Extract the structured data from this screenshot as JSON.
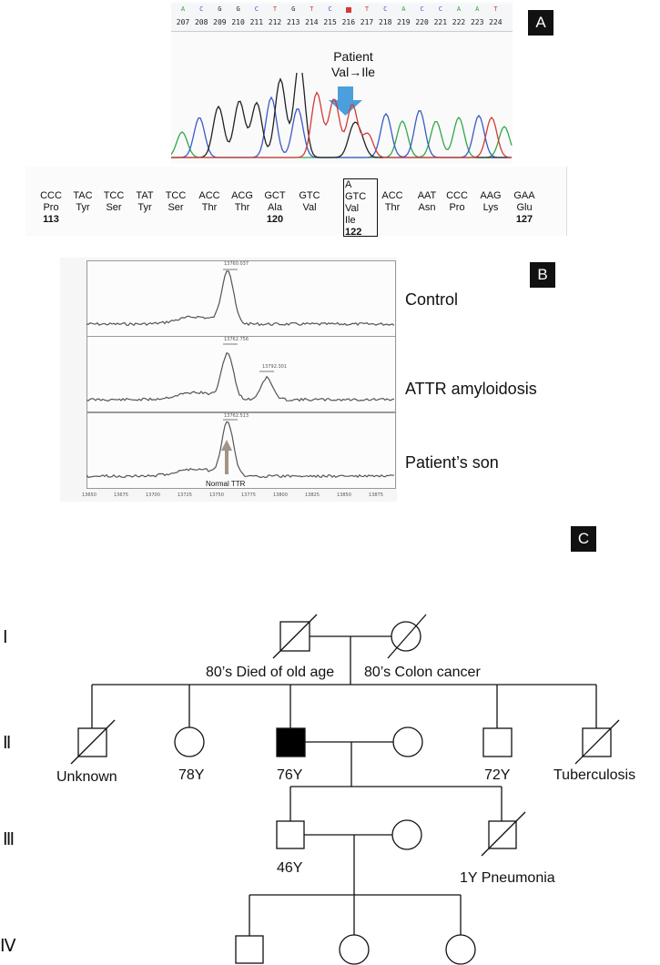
{
  "panel_a": {
    "label": "A",
    "bases": [
      {
        "b": "A",
        "c": "#3a9a3a",
        "n": "207"
      },
      {
        "b": "C",
        "c": "#3a5ac8",
        "n": "208"
      },
      {
        "b": "G",
        "c": "#222222",
        "n": "209"
      },
      {
        "b": "G",
        "c": "#222222",
        "n": "210"
      },
      {
        "b": "C",
        "c": "#3a5ac8",
        "n": "211"
      },
      {
        "b": "T",
        "c": "#d23a3a",
        "n": "212"
      },
      {
        "b": "G",
        "c": "#222222",
        "n": "213"
      },
      {
        "b": "T",
        "c": "#d23a3a",
        "n": "214"
      },
      {
        "b": "C",
        "c": "#3a5ac8",
        "n": "215"
      },
      {
        "b": "R",
        "c": "#d23a3a",
        "n": "216"
      },
      {
        "b": "T",
        "c": "#d23a3a",
        "n": "217"
      },
      {
        "b": "C",
        "c": "#3a5ac8",
        "n": "218"
      },
      {
        "b": "A",
        "c": "#3a9a3a",
        "n": "219"
      },
      {
        "b": "C",
        "c": "#3a5ac8",
        "n": "220"
      },
      {
        "b": "C",
        "c": "#3a5ac8",
        "n": "221"
      },
      {
        "b": "A",
        "c": "#3a9a3a",
        "n": "222"
      },
      {
        "b": "A",
        "c": "#3a9a3a",
        "n": "223"
      },
      {
        "b": "T",
        "c": "#d23a3a",
        "n": "224"
      }
    ],
    "annotation_line1": "Patient",
    "annotation_line2": "Val→Ile",
    "arrow_color": "#4a9fdc",
    "codons": [
      {
        "trip": "CCC",
        "aa": "Pro",
        "num": "113"
      },
      {
        "trip": "TAC",
        "aa": "Tyr",
        "num": ""
      },
      {
        "trip": "TCC",
        "aa": "Ser",
        "num": ""
      },
      {
        "trip": "TAT",
        "aa": "Tyr",
        "num": ""
      },
      {
        "trip": "TCC",
        "aa": "Ser",
        "num": ""
      },
      {
        "trip": "ACC",
        "aa": "Thr",
        "num": ""
      },
      {
        "trip": "ACG",
        "aa": "Thr",
        "num": ""
      },
      {
        "trip": "GCT",
        "aa": "Ala",
        "num": "120"
      },
      {
        "trip": "GTC",
        "aa": "Val",
        "num": ""
      },
      {
        "trip": "GTC",
        "aa": "Val",
        "num": "122",
        "mut_top": "A",
        "mut_aa": "Ile"
      },
      {
        "trip": "ACC",
        "aa": "Thr",
        "num": ""
      },
      {
        "trip": "AAT",
        "aa": "Asn",
        "num": ""
      },
      {
        "trip": "CCC",
        "aa": "Pro",
        "num": ""
      },
      {
        "trip": "AAG",
        "aa": "Lys",
        "num": ""
      },
      {
        "trip": "GAA",
        "aa": "Glu",
        "num": "127"
      }
    ]
  },
  "panel_b": {
    "label": "B",
    "traces": [
      {
        "name": "Control",
        "peak_label": "13760.037"
      },
      {
        "name": "ATTR amyloidosis",
        "peak_label": "13762.756",
        "peak2_label": "13792.301"
      },
      {
        "name": "Patient’s son",
        "peak_label": "13762.513",
        "arrow_label": "Normal TTR"
      }
    ],
    "x_ticks": [
      "13650",
      "13675",
      "13700",
      "13725",
      "13750",
      "13775",
      "13800",
      "13825",
      "13850",
      "13875"
    ]
  },
  "panel_c": {
    "label": "C",
    "generations": [
      "Ⅰ",
      "Ⅱ",
      "Ⅲ",
      "Ⅳ"
    ],
    "gen1": {
      "father_label": "80’s Died of old age",
      "mother_label": "80’s Colon cancer"
    },
    "gen2": [
      "Unknown",
      "78Y",
      "76Y",
      "72Y",
      "Tuberculosis"
    ],
    "gen3": [
      "46Y",
      "1Y Pneumonia"
    ],
    "affected_fill": "#000000"
  }
}
